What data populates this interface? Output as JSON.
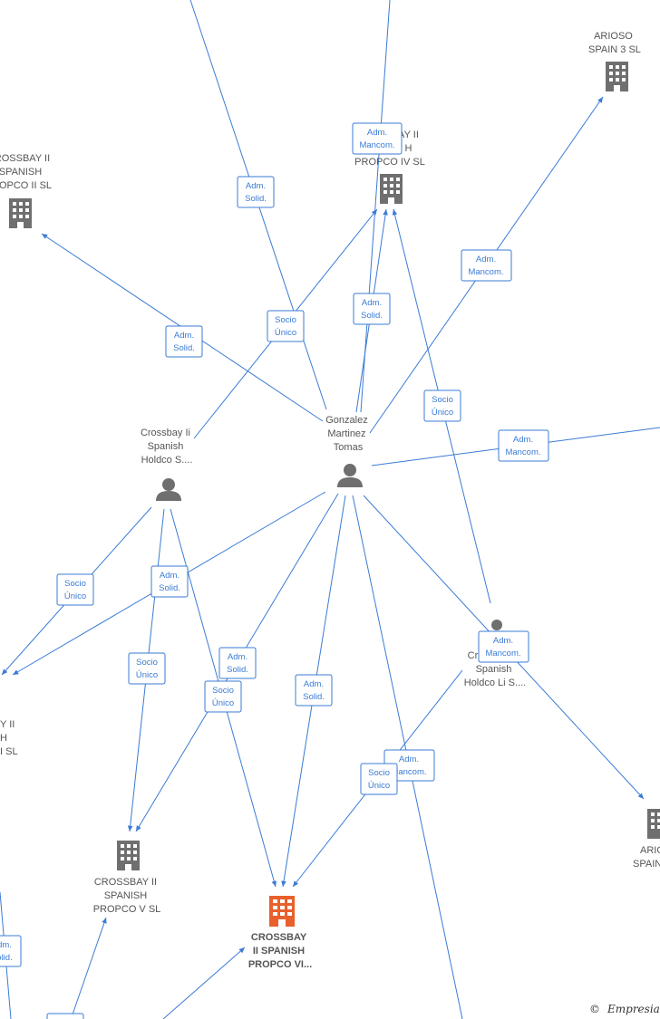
{
  "nodes": {
    "arioso3": [
      "ARIOSO",
      "SPAIN 3  SL"
    ],
    "propco4": [
      "AY II",
      "H",
      "PROPCO IV  SL"
    ],
    "propco2": [
      "ROSSBAY II",
      "SPANISH",
      "OPCO II  SL"
    ],
    "holdco_s": [
      "Crossbay Ii",
      "Spanish",
      "Holdco S...."
    ],
    "gonzalez": [
      "Gonzalez",
      "Martinez",
      "Tomas"
    ],
    "holdco_li": [
      "Cr",
      "Spanish",
      "Holdco Li S...."
    ],
    "left_partial": [
      "Y II",
      "H",
      "I  SL"
    ],
    "propco5": [
      "CROSSBAY II",
      "SPANISH",
      "PROPCO V  SL"
    ],
    "propco6": [
      "CROSSBAY",
      "II SPANISH",
      "PROPCO VI..."
    ],
    "arioso_right": [
      "ARIO",
      "SPAIN"
    ]
  },
  "edge_labels": {
    "adm_solid": [
      "Adm.",
      "Solid."
    ],
    "adm_mancom": [
      "Adm.",
      "Mancom."
    ],
    "socio_unico": [
      "Socio",
      "Único"
    ],
    "partial_solid": [
      "dm.",
      "olid."
    ]
  },
  "brand": {
    "copyright": "©",
    "name": "Empresia"
  },
  "colors": {
    "edge": "#3a7bd5",
    "icon": "#6f6f6f",
    "focus": "#e8602c"
  }
}
